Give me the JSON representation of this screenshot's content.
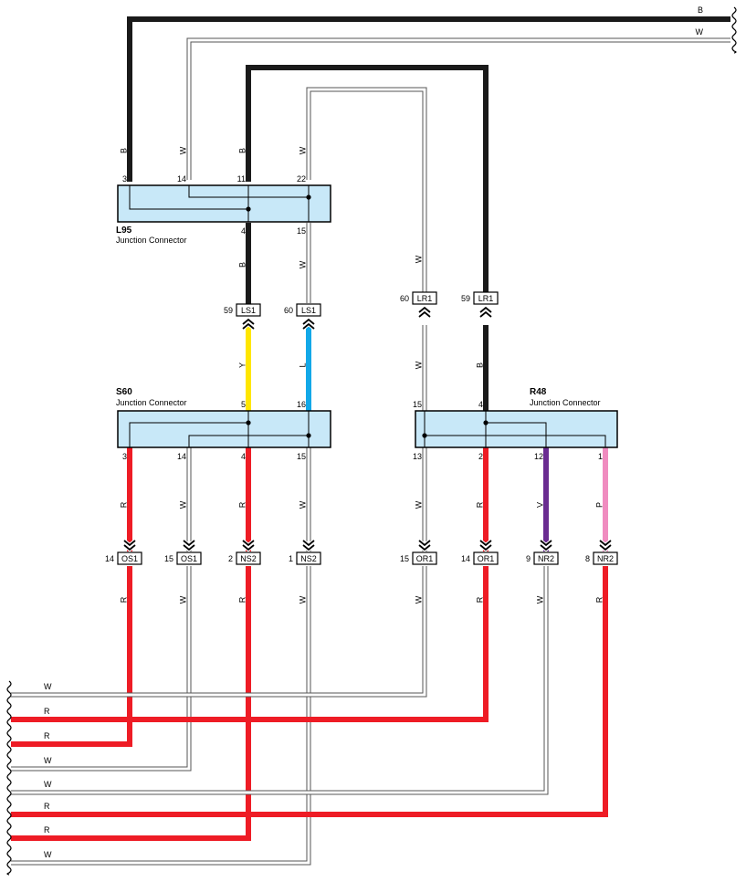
{
  "colors": {
    "B": "#1a1a1a",
    "W": "#ffffff",
    "R": "#ee1c25",
    "Y": "#ffe600",
    "L": "#12a8e8",
    "V": "#6a2c91",
    "P": "#f08cc0",
    "box_fill": "#c8e8f8"
  },
  "connectors": [
    {
      "id": "L95",
      "ref": "L95",
      "desc": "Junction Connector",
      "top_pins": [
        "3",
        "14",
        "11",
        "22"
      ],
      "bottom_pins": [
        "4",
        "15"
      ]
    },
    {
      "id": "S60",
      "ref": "S60",
      "desc": "Junction Connector",
      "top_pins": [
        "5",
        "16"
      ],
      "bottom_pins": [
        "3",
        "14",
        "4",
        "15"
      ]
    },
    {
      "id": "R48",
      "ref": "R48",
      "desc": "Junction Connector",
      "top_pins": [
        "15",
        "4"
      ],
      "bottom_pins": [
        "13",
        "2",
        "12",
        "1"
      ]
    }
  ],
  "inline_connectors": [
    {
      "pin": "59",
      "name": "LS1"
    },
    {
      "pin": "60",
      "name": "LS1"
    },
    {
      "pin": "60",
      "name": "LR1"
    },
    {
      "pin": "59",
      "name": "LR1"
    },
    {
      "pin": "14",
      "name": "OS1"
    },
    {
      "pin": "15",
      "name": "OS1"
    },
    {
      "pin": "2",
      "name": "NS2"
    },
    {
      "pin": "1",
      "name": "NS2"
    },
    {
      "pin": "15",
      "name": "OR1"
    },
    {
      "pin": "14",
      "name": "OR1"
    },
    {
      "pin": "9",
      "name": "NR2"
    },
    {
      "pin": "8",
      "name": "NR2"
    }
  ],
  "wires": [
    {
      "color": "B",
      "label": "B"
    },
    {
      "color": "W",
      "label": "W"
    },
    {
      "color": "B",
      "label": "B"
    },
    {
      "color": "W",
      "label": "W"
    },
    {
      "color": "B",
      "label": "B"
    },
    {
      "color": "W",
      "label": "W"
    },
    {
      "color": "Y",
      "label": "Y"
    },
    {
      "color": "L",
      "label": "L"
    },
    {
      "color": "W",
      "label": "W"
    },
    {
      "color": "B",
      "label": "B"
    },
    {
      "color": "R",
      "label": "R"
    },
    {
      "color": "W",
      "label": "W"
    },
    {
      "color": "R",
      "label": "R"
    },
    {
      "color": "W",
      "label": "W"
    },
    {
      "color": "W",
      "label": "W"
    },
    {
      "color": "R",
      "label": "R"
    },
    {
      "color": "V",
      "label": "V"
    },
    {
      "color": "P",
      "label": "P"
    },
    {
      "color": "R",
      "label": "R"
    },
    {
      "color": "W",
      "label": "W"
    },
    {
      "color": "R",
      "label": "R"
    },
    {
      "color": "W",
      "label": "W"
    },
    {
      "color": "W",
      "label": "W"
    },
    {
      "color": "R",
      "label": "R"
    },
    {
      "color": "W",
      "label": "W"
    },
    {
      "color": "R",
      "label": "R"
    }
  ],
  "right_edge_labels": [
    "B",
    "W"
  ],
  "left_edge_labels": [
    "W",
    "R",
    "R",
    "W",
    "W",
    "R",
    "R",
    "W"
  ]
}
